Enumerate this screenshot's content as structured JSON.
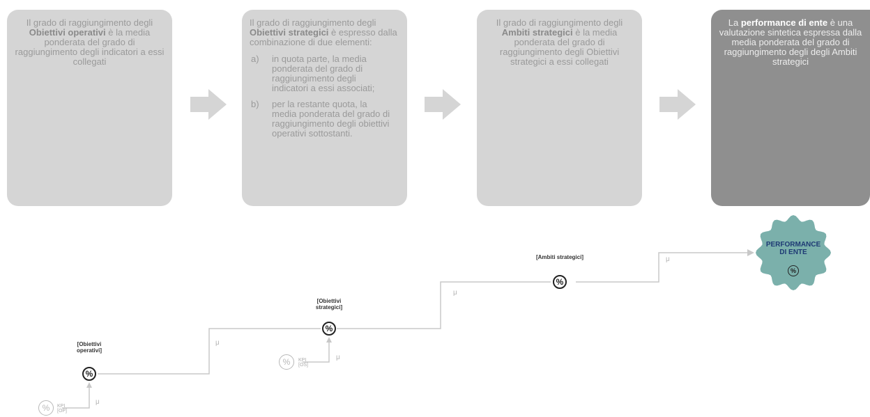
{
  "cards": [
    {
      "pre": "Il grado di raggiungimento degli ",
      "bold": "Obiettivi operativi",
      "post": " è la media ponderata del grado di raggiungimento degli indicatori a essi collegati"
    },
    {
      "pre": "Il grado di raggiungimento degli ",
      "bold": "Obiettivi strategici",
      "post": " è espresso dalla combinazione di due elementi:",
      "items": [
        {
          "marker": "a)",
          "text": "in quota parte, la media ponderata del grado di raggiungimento degli indicatori a essi associati;"
        },
        {
          "marker": "b)",
          "text": "per la restante quota, la media ponderata del grado di raggiungimento degli  obiettivi operativi sottostanti."
        }
      ]
    },
    {
      "pre": "Il grado di raggiungimento degli ",
      "bold": "Ambiti strategici",
      "post": " è la media ponderata del grado di raggiungimento degli Obiettivi strategici a essi collegati"
    },
    {
      "pre": "La ",
      "bold": "performance di ente",
      "post": " è una valutazione sintetica espressa dalla media ponderata del grado di raggiungimento degli degli Ambiti strategici"
    }
  ],
  "diagram": {
    "nodes": [
      {
        "label": "[Obiettivi operativi]",
        "symbol": "%"
      },
      {
        "label": "[Obiettivi strategici]",
        "symbol": "%"
      },
      {
        "label": "[Ambiti strategici]",
        "symbol": "%"
      }
    ],
    "kpis": [
      {
        "symbol": "%",
        "label_line1": "KPI",
        "label_line2": "[OP]"
      },
      {
        "symbol": "%",
        "label_line1": "KPI",
        "label_line2": "[OS]"
      }
    ],
    "mu": "μ",
    "performance": {
      "title_line1": "PERFORMANCE",
      "title_line2": "DI ENTE",
      "symbol": "%",
      "color": "#7bb0ab",
      "title_color": "#1e3a74"
    }
  }
}
